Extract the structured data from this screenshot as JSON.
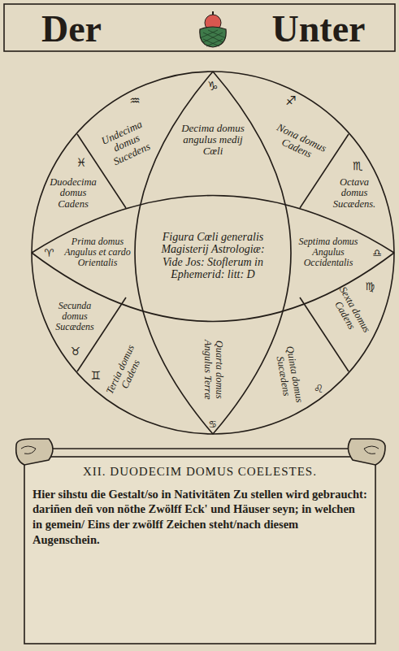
{
  "diagram": {
    "nodes": [
      {
        "text": [
          "Undecima domus Sucedens"
        ]
      },
      {
        "text": [
          "Decima domus angulus medij Cœli"
        ]
      },
      {
        "text": [
          "Nona domus Cadens"
        ]
      },
      {
        "text": [
          "Duodecima domus Cadens"
        ]
      },
      {
        "text": [
          "Octava domus Sucædens."
        ]
      },
      {
        "text": [
          "Prima domus Angulus et cardo Orientalis"
        ]
      },
      {
        "text": [
          "Figura Cœli generalis Magisterij Astrologiæ: Vide Jos: Stoflerum in Ephemerid: litt: D"
        ]
      },
      {
        "text": [
          "Septima domus Angulus Occidentalis"
        ]
      },
      {
        "text": [
          "Secunda domus Sucædens"
        ]
      },
      {
        "text": [
          "Sexta domus Cadens"
        ]
      },
      {
        "text": [
          "Tertia domus Cadens"
        ]
      },
      {
        "text": [
          "Quarta domus Angulus Terræ"
        ]
      },
      {
        "text": [
          "Quinta domus Sucædens"
        ]
      },
      {
        "text": [
          "XII. DUODECIM DOMUS COELESTES.",
          "Hier sihstu die Gestalt/so in Nativitäten Zu stellen wird gebraucht: dariñen deñ von nöthe Zwölff Eck' und Häuser seyn; in welchen in gemein/ Eins der zwölff Zeichen steht/nach diesem Augenschein."
        ]
      }
    ],
    "labels": [
      "Der",
      "Unter",
      "♑",
      "♒",
      "♐",
      "♓",
      "♏",
      "♈",
      "♎",
      "♍",
      "♉",
      "♊",
      "♌",
      "♋"
    ]
  }
}
